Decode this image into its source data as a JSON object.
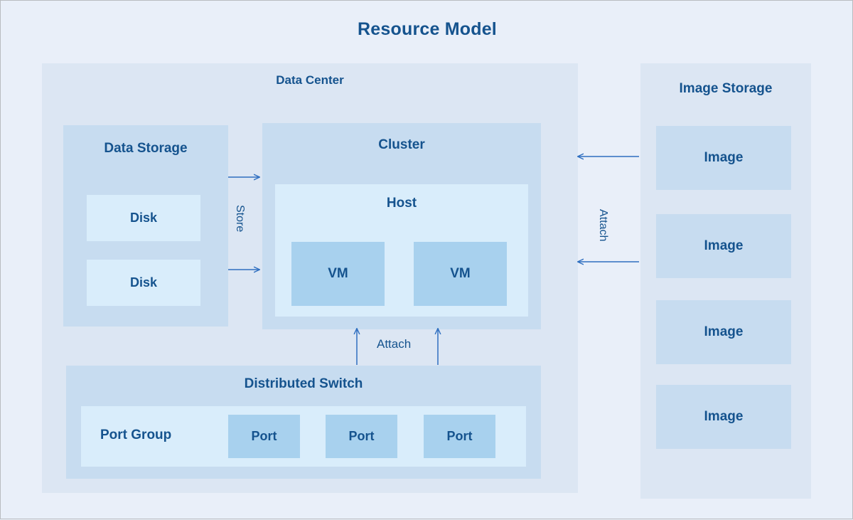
{
  "title": "Resource Model",
  "colors": {
    "page_background": "#e9eff9",
    "container": "#dce6f3",
    "group": "#c7dcf0",
    "inner": "#d9edfb",
    "accent_box": "#a8d1ee",
    "text": "#15538e",
    "arrow": "#2f6fc0"
  },
  "diagram": {
    "type": "block-diagram",
    "data_center": {
      "label": "Data Center",
      "data_storage": {
        "label": "Data Storage",
        "disks": [
          {
            "label": "Disk"
          },
          {
            "label": "Disk"
          }
        ]
      },
      "cluster": {
        "label": "Cluster",
        "host": {
          "label": "Host",
          "vms": [
            {
              "label": "VM"
            },
            {
              "label": "VM"
            }
          ]
        }
      },
      "distributed_switch": {
        "label": "Distributed Switch",
        "port_group": {
          "label": "Port Group",
          "ports": [
            {
              "label": "Port"
            },
            {
              "label": "Port"
            },
            {
              "label": "Port"
            }
          ]
        }
      }
    },
    "image_storage": {
      "label": "Image Storage",
      "images": [
        {
          "label": "Image"
        },
        {
          "label": "Image"
        },
        {
          "label": "Image"
        },
        {
          "label": "Image"
        }
      ]
    },
    "connectors": [
      {
        "id": "store",
        "label": "Store",
        "from": "Data Storage",
        "to": "Cluster",
        "direction": "right",
        "orientation": "vertical-text"
      },
      {
        "id": "attach-images",
        "label": "Attach",
        "from": "Image Storage",
        "to": "Data Center",
        "direction": "left",
        "orientation": "vertical-text"
      },
      {
        "id": "attach-switch",
        "label": "Attach",
        "from": "Distributed Switch",
        "to": "Cluster",
        "direction": "up",
        "orientation": "horizontal-text"
      }
    ]
  }
}
